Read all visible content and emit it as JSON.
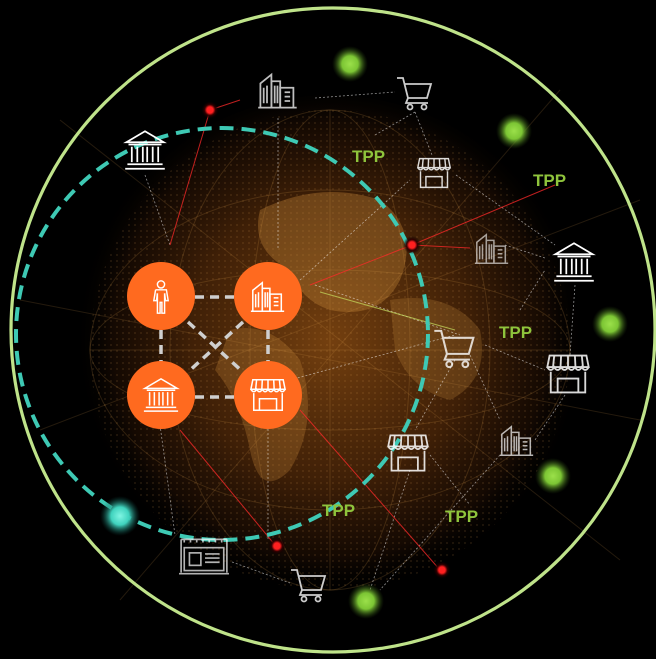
{
  "labels": {
    "tpp": [
      "TPP",
      "TPP",
      "TPP",
      "TPP",
      "TPP"
    ]
  },
  "colors": {
    "background": "#000000",
    "outer_ring": "#bfe38a",
    "inner_ring": "#3ec9b4",
    "orange_node": "#ff6a1f",
    "tpp_text": "#8fc43c",
    "green_dot": "#8cd23a",
    "teal_dot": "#4fe3cf",
    "red_dot": "#ff2020",
    "globe_glow": "#c96a1a"
  },
  "nodes": {
    "inner": [
      "person-icon",
      "buildings-icon",
      "bank-icon",
      "shop-icon"
    ],
    "outer": [
      "buildings-icon",
      "shopping-cart-icon",
      "bank-icon",
      "shop-icon",
      "buildings-icon",
      "bank-icon",
      "shopping-cart-icon",
      "shop-icon",
      "shop-icon",
      "buildings-icon",
      "building-sign-icon",
      "shopping-cart-icon"
    ]
  }
}
